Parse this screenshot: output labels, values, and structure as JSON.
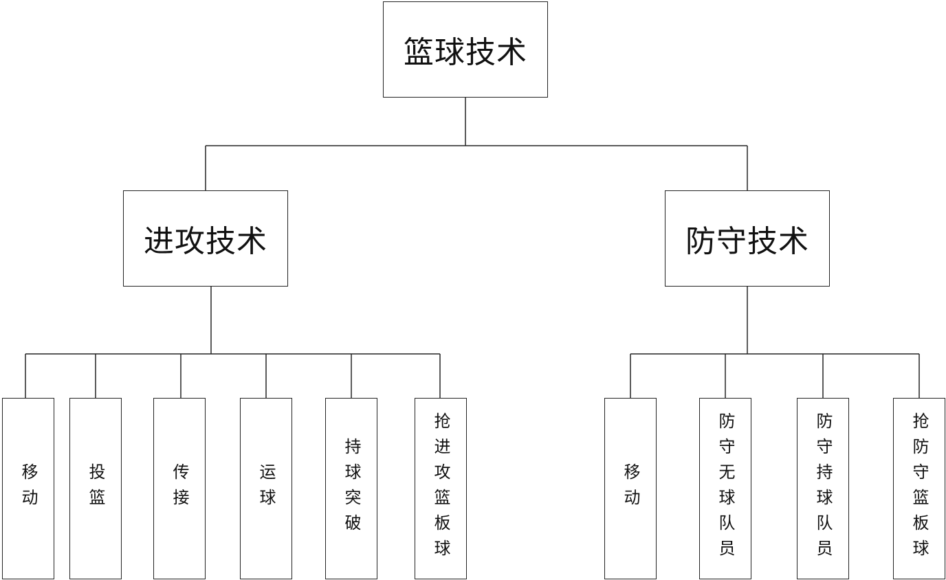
{
  "root": {
    "label": "篮球技术"
  },
  "categories": [
    {
      "label": "进攻技术",
      "items": [
        "移动",
        "投篮",
        "传接",
        "运球",
        "持球突破",
        "抢进攻篮板球"
      ]
    },
    {
      "label": "防守技术",
      "items": [
        "移动",
        "防守无球队员",
        "防守持球队员",
        "抢防守篮板球"
      ]
    }
  ]
}
